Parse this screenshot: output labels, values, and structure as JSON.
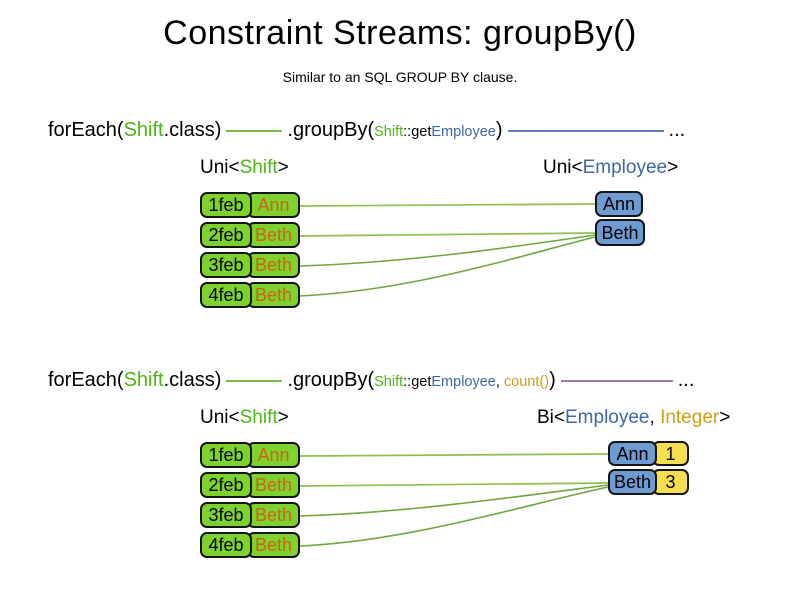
{
  "title": "Constraint Streams: groupBy()",
  "subtitle": "Similar to an SQL GROUP BY clause.",
  "colors": {
    "shift_green": "#4fb415",
    "employee_blue": "#3c68a8",
    "integer_gold": "#cf9c12",
    "box_green": "#7dd22d",
    "box_blue": "#6e9cd2",
    "box_yellow": "#f6de4e",
    "name_orange": "#d06018",
    "line_green_light": "#8cc152",
    "line_green_dark": "#70a63f",
    "line_blue": "#5b7fc0",
    "line_purple": "#9b7ab0"
  },
  "section1": {
    "code": {
      "foreach_open": "forEach(",
      "foreach_arg": "Shift",
      "foreach_close": ".class)",
      "groupby_open": ".groupBy(",
      "arg_shift": "Shift",
      "arg_getter": "::get",
      "arg_employee": "Employee",
      "groupby_close": ")",
      "ellipsis": "..."
    },
    "left_label": {
      "prefix": "Uni<",
      "type": "Shift",
      "suffix": ">"
    },
    "right_label": {
      "prefix": "Uni<",
      "type": "Employee",
      "suffix": ">"
    },
    "shifts": [
      {
        "date": "1feb",
        "employee": "Ann"
      },
      {
        "date": "2feb",
        "employee": "Beth"
      },
      {
        "date": "3feb",
        "employee": "Beth"
      },
      {
        "date": "4feb",
        "employee": "Beth"
      }
    ],
    "groups": [
      {
        "employee": "Ann"
      },
      {
        "employee": "Beth"
      }
    ]
  },
  "section2": {
    "code": {
      "foreach_open": "forEach(",
      "foreach_arg": "Shift",
      "foreach_close": ".class)",
      "groupby_open": ".groupBy(",
      "arg_shift": "Shift",
      "arg_getter": "::get",
      "arg_employee": "Employee",
      "arg_comma": ", ",
      "arg_count": "count()",
      "groupby_close": ")",
      "ellipsis": "..."
    },
    "left_label": {
      "prefix": "Uni<",
      "type": "Shift",
      "suffix": ">"
    },
    "right_label": {
      "prefix": "Bi<",
      "type1": "Employee",
      "sep": ", ",
      "type2": "Integer",
      "suffix": ">"
    },
    "shifts": [
      {
        "date": "1feb",
        "employee": "Ann"
      },
      {
        "date": "2feb",
        "employee": "Beth"
      },
      {
        "date": "3feb",
        "employee": "Beth"
      },
      {
        "date": "4feb",
        "employee": "Beth"
      }
    ],
    "groups": [
      {
        "employee": "Ann",
        "count": "1"
      },
      {
        "employee": "Beth",
        "count": "3"
      }
    ]
  }
}
